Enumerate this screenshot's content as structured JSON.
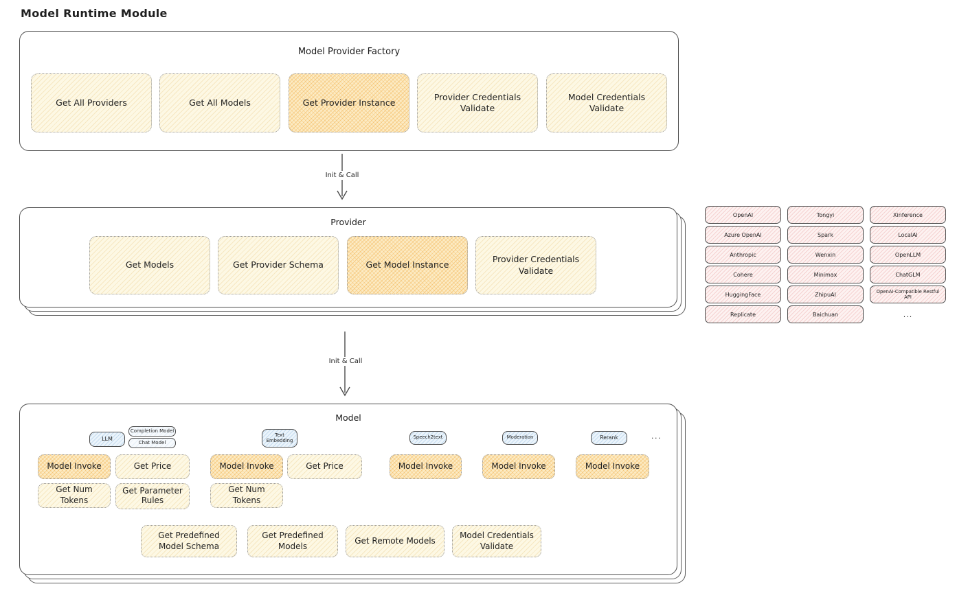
{
  "title": "Model Runtime Module",
  "colors": {
    "yellow_fill": "#fdf8e4",
    "yellow_hatch": "#deb258",
    "orange_highlight_fill": "#fcebc4",
    "orange_highlight_hatch": "#f0a537",
    "pink_fill": "#fdf2f1",
    "pink_hatch": "#e58d8d",
    "blue_fill": "#ebf4fb",
    "blue_hatch": "#7fb0db",
    "box_stroke": "#4c4c4c",
    "dotted_stroke": "#979797"
  },
  "factory": {
    "title": "Model Provider Factory",
    "buttons": [
      {
        "label": "Get All Providers",
        "highlighted": false
      },
      {
        "label": "Get All Models",
        "highlighted": false
      },
      {
        "label": "Get Provider Instance",
        "highlighted": true
      },
      {
        "label": "Provider Credentials Validate",
        "highlighted": false
      },
      {
        "label": "Model Credentials Validate",
        "highlighted": false
      }
    ]
  },
  "arrow1": {
    "label": "Init & Call"
  },
  "provider": {
    "title": "Provider",
    "buttons": [
      {
        "label": "Get Models",
        "highlighted": false
      },
      {
        "label": "Get Provider Schema",
        "highlighted": false
      },
      {
        "label": "Get Model Instance",
        "highlighted": true
      },
      {
        "label": "Provider Credentials Validate",
        "highlighted": false
      }
    ]
  },
  "provider_list": {
    "cells": [
      {
        "label": "OpenAI"
      },
      {
        "label": "Tongyi"
      },
      {
        "label": "Xinference"
      },
      {
        "label": "Azure OpenAI"
      },
      {
        "label": "Spark"
      },
      {
        "label": "LocalAI"
      },
      {
        "label": "Anthropic"
      },
      {
        "label": "Wenxin"
      },
      {
        "label": "OpenLLM"
      },
      {
        "label": "Cohere"
      },
      {
        "label": "Minimax"
      },
      {
        "label": "ChatGLM"
      },
      {
        "label": "HuggingFace"
      },
      {
        "label": "ZhipuAI"
      },
      {
        "label": "OpenAI-Compatible Restful API"
      },
      {
        "label": "Replicate"
      },
      {
        "label": "Baichuan"
      },
      {
        "label": "..."
      }
    ]
  },
  "arrow2": {
    "label": "Init & Call"
  },
  "model": {
    "title": "Model",
    "types": [
      {
        "label": "LLM"
      },
      {
        "label": "Completion Model"
      },
      {
        "label": "Chat Model"
      },
      {
        "label": "Text Embedding"
      },
      {
        "label": "Speech2text"
      },
      {
        "label": "Moderation"
      },
      {
        "label": "Rerank"
      },
      {
        "label": "..."
      }
    ],
    "ops": [
      {
        "label": "Model Invoke",
        "highlighted": true
      },
      {
        "label": "Get Price",
        "highlighted": false
      },
      {
        "label": "Get Num Tokens",
        "highlighted": false
      },
      {
        "label": "Get Parameter Rules",
        "highlighted": false
      },
      {
        "label": "Model Invoke",
        "highlighted": true
      },
      {
        "label": "Get Price",
        "highlighted": false
      },
      {
        "label": "Get Num Tokens",
        "highlighted": false
      },
      {
        "label": "Model Invoke",
        "highlighted": true
      },
      {
        "label": "Model Invoke",
        "highlighted": true
      },
      {
        "label": "Model Invoke",
        "highlighted": true
      }
    ],
    "bottom_buttons": [
      {
        "label": "Get Predefined Model Schema"
      },
      {
        "label": "Get Predefined Models"
      },
      {
        "label": "Get Remote Models"
      },
      {
        "label": "Model Credentials Validate"
      }
    ]
  }
}
